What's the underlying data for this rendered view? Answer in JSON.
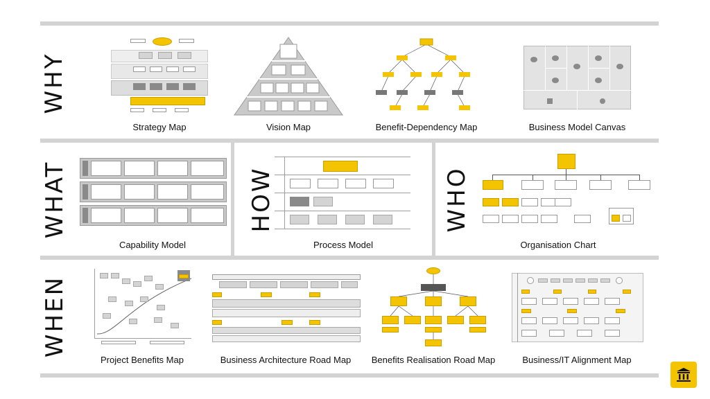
{
  "rows": {
    "why": "WHY",
    "what": "WHAT",
    "how": "HOW",
    "who": "WHO",
    "when": "WHEN"
  },
  "captions": {
    "strategy_map": "Strategy Map",
    "vision_map": "Vision Map",
    "benefit_dependency_map": "Benefit-Dependency Map",
    "business_model_canvas": "Business Model Canvas",
    "capability_model": "Capability Model",
    "process_model": "Process Model",
    "organisation_chart": "Organisation Chart",
    "project_benefits_map": "Project Benefits Map",
    "business_architecture_road_map": "Business Architecture Road Map",
    "benefits_realisation_road_map": "Benefits Realisation Road Map",
    "business_it_alignment_map": "Business/IT Alignment Map"
  },
  "colors": {
    "accent": "#f4c400",
    "divider": "#d3d3d3"
  },
  "icons": {
    "logo": "bank-icon"
  }
}
